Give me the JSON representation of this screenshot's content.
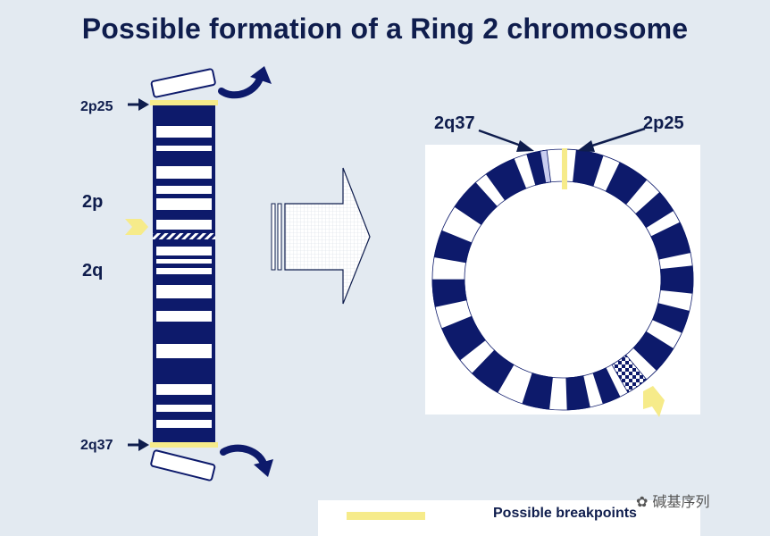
{
  "title": "Possible formation of a Ring 2 chromosome",
  "labels": {
    "p25_left": "2p25",
    "p_arm": "2p",
    "q_arm": "2q",
    "q37_left": "2q37",
    "q37_ring": "2q37",
    "p25_ring": "2p25"
  },
  "legend": {
    "label": "Possible breakpoints"
  },
  "watermark": "碱基序列",
  "colors": {
    "background": "#e3eaf1",
    "band_dark": "#0d1a6b",
    "band_light": "#ffffff",
    "breakpoint": "#f6eb8a",
    "text": "#0f1d4d"
  }
}
